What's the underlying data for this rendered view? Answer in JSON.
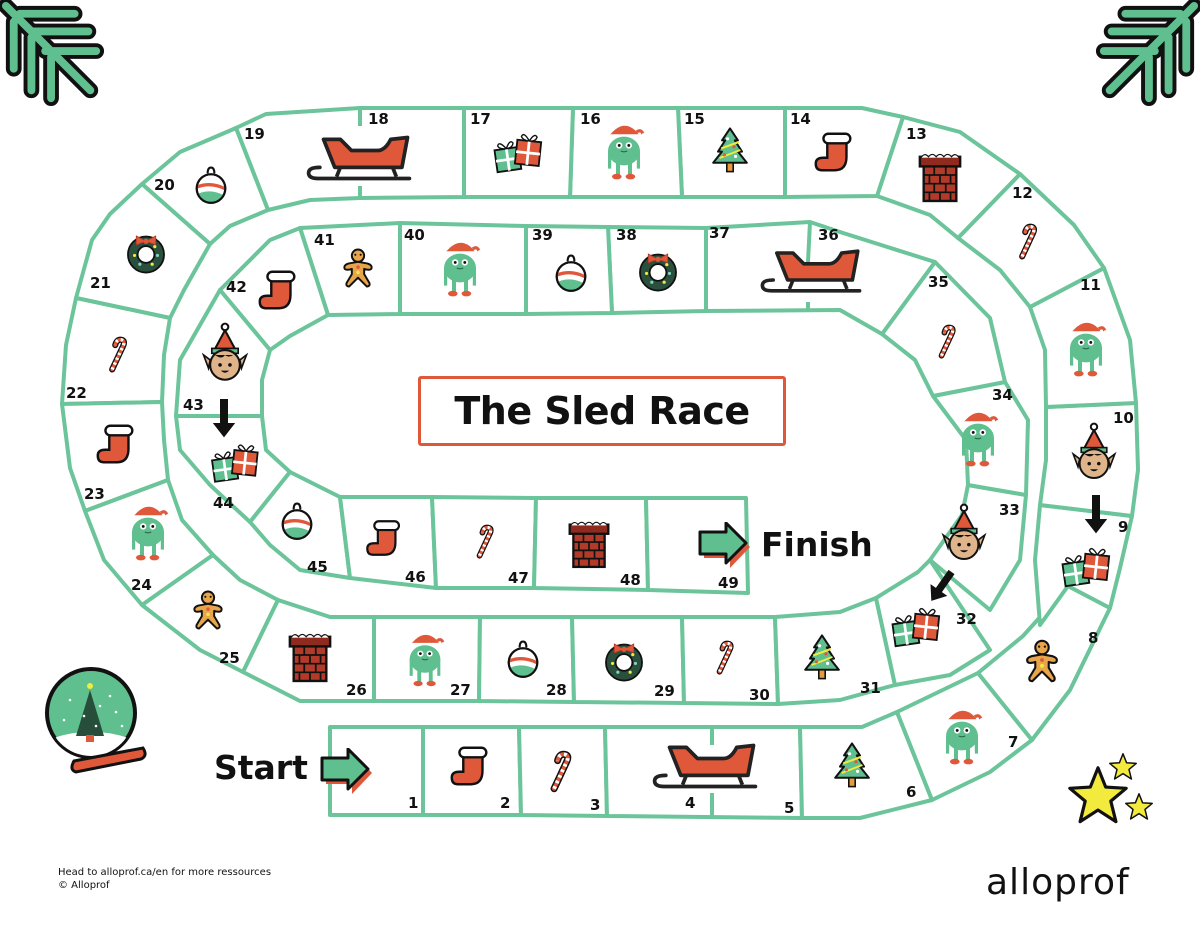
{
  "title": "The Sled Race",
  "start_label": "Start",
  "finish_label": "Finish",
  "footer": {
    "line1": "Head to alloprof.ca/en for more ressources",
    "line2": "© Alloprof"
  },
  "brand": "alloprof",
  "colors": {
    "track": "#6cc49a",
    "accent": "#e0583a",
    "brick": "#b23a28",
    "text": "#111111",
    "star": "#f2ea3c"
  },
  "squares": [
    {
      "n": "1",
      "icon": "start-arrow"
    },
    {
      "n": "2",
      "icon": "stocking"
    },
    {
      "n": "3",
      "icon": "candy-cane"
    },
    {
      "n": "4",
      "icon": "sleigh"
    },
    {
      "n": "5",
      "icon": "sleigh"
    },
    {
      "n": "6",
      "icon": "christmas-tree"
    },
    {
      "n": "7",
      "icon": "monster"
    },
    {
      "n": "8",
      "icon": "gingerbread"
    },
    {
      "n": "9",
      "icon": "gifts"
    },
    {
      "n": "10",
      "icon": "elf",
      "rule": "move-down-to-9"
    },
    {
      "n": "11",
      "icon": "monster"
    },
    {
      "n": "12",
      "icon": "candy-cane"
    },
    {
      "n": "13",
      "icon": "chimney"
    },
    {
      "n": "14",
      "icon": "stocking"
    },
    {
      "n": "15",
      "icon": "christmas-tree"
    },
    {
      "n": "16",
      "icon": "monster"
    },
    {
      "n": "17",
      "icon": "gifts"
    },
    {
      "n": "18",
      "icon": "sleigh"
    },
    {
      "n": "19",
      "icon": "sleigh"
    },
    {
      "n": "20",
      "icon": "ornament"
    },
    {
      "n": "21",
      "icon": "wreath"
    },
    {
      "n": "22",
      "icon": "candy-cane"
    },
    {
      "n": "23",
      "icon": "stocking"
    },
    {
      "n": "24",
      "icon": "monster"
    },
    {
      "n": "25",
      "icon": "gingerbread"
    },
    {
      "n": "26",
      "icon": "chimney"
    },
    {
      "n": "27",
      "icon": "monster"
    },
    {
      "n": "28",
      "icon": "ornament"
    },
    {
      "n": "29",
      "icon": "wreath"
    },
    {
      "n": "30",
      "icon": "candy-cane"
    },
    {
      "n": "31",
      "icon": "christmas-tree"
    },
    {
      "n": "32",
      "icon": "gifts"
    },
    {
      "n": "33",
      "icon": "elf",
      "rule": "move-down-to-32"
    },
    {
      "n": "34",
      "icon": "monster"
    },
    {
      "n": "35",
      "icon": "candy-cane"
    },
    {
      "n": "36",
      "icon": "sleigh"
    },
    {
      "n": "37",
      "icon": "sleigh"
    },
    {
      "n": "38",
      "icon": "wreath"
    },
    {
      "n": "39",
      "icon": "ornament"
    },
    {
      "n": "40",
      "icon": "monster"
    },
    {
      "n": "41",
      "icon": "gingerbread"
    },
    {
      "n": "42",
      "icon": "stocking"
    },
    {
      "n": "43",
      "icon": "elf",
      "rule": "move-down-to-44"
    },
    {
      "n": "44",
      "icon": "gifts"
    },
    {
      "n": "45",
      "icon": "ornament"
    },
    {
      "n": "46",
      "icon": "stocking"
    },
    {
      "n": "47",
      "icon": "candy-cane"
    },
    {
      "n": "48",
      "icon": "chimney"
    },
    {
      "n": "49",
      "icon": "finish-arrow"
    }
  ],
  "decorations": [
    "pine-branch-top-left",
    "pine-branch-top-right",
    "snow-globe",
    "stars"
  ]
}
